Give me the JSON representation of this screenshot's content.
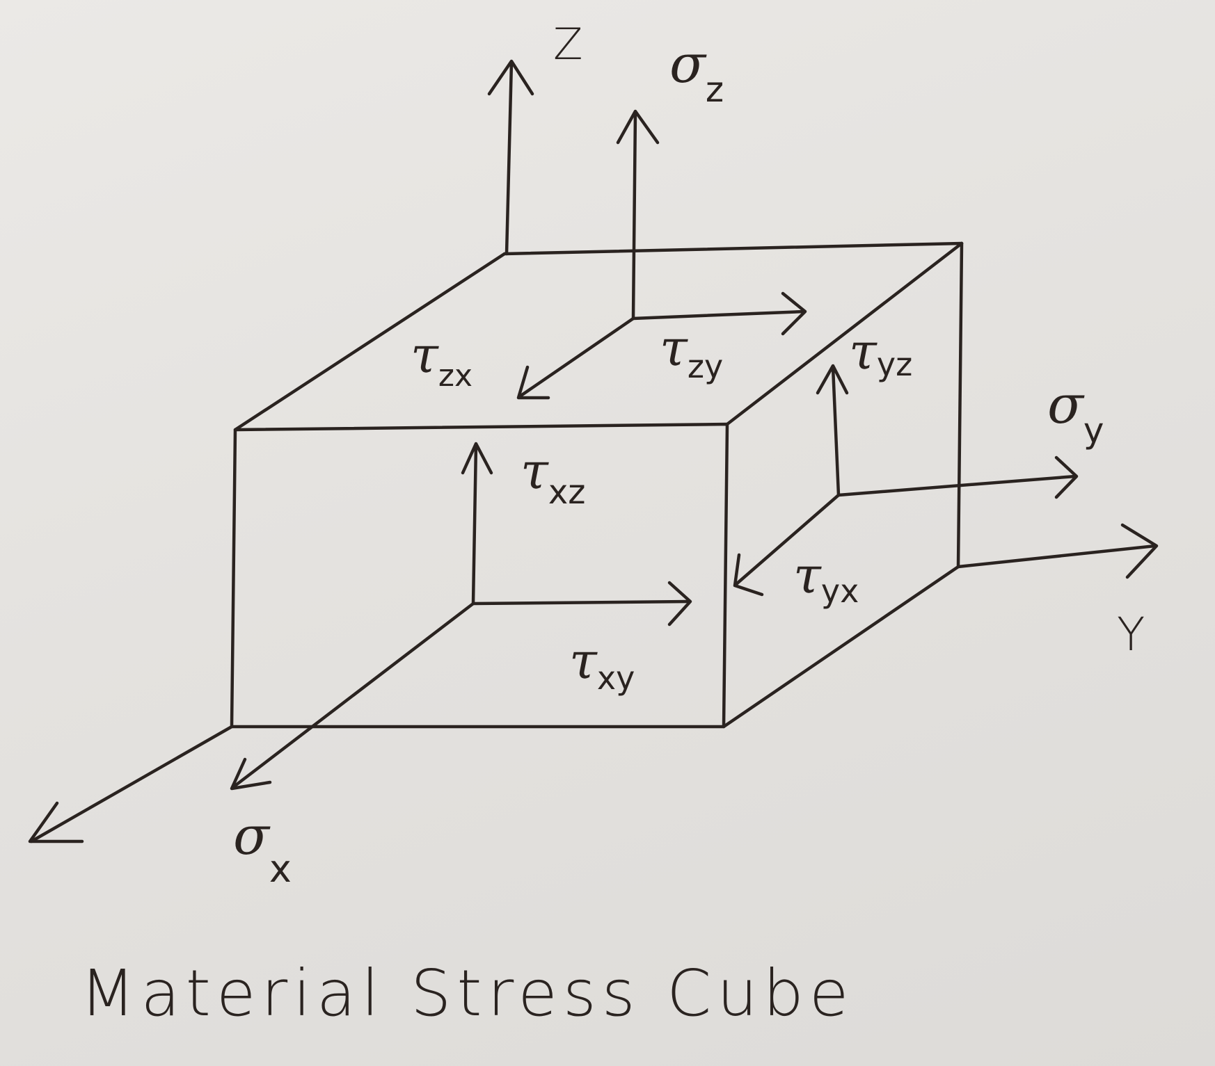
{
  "diagram": {
    "title": "Material Stress Cube",
    "axes": {
      "x": "",
      "y": "Y",
      "z": "Z"
    },
    "normal_stresses": {
      "sigma_x": {
        "symbol": "σ",
        "sub": "x"
      },
      "sigma_y": {
        "symbol": "σ",
        "sub": "y"
      },
      "sigma_z": {
        "symbol": "σ",
        "sub": "z"
      }
    },
    "shear_stresses": {
      "tau_xy": {
        "symbol": "τ",
        "sub": "xy"
      },
      "tau_xz": {
        "symbol": "τ",
        "sub": "xz"
      },
      "tau_yx": {
        "symbol": "τ",
        "sub": "yx"
      },
      "tau_yz": {
        "symbol": "τ",
        "sub": "yz"
      },
      "tau_zx": {
        "symbol": "τ",
        "sub": "zx"
      },
      "tau_zy": {
        "symbol": "τ",
        "sub": "zy"
      }
    },
    "ink_color": "#2a2320",
    "paper_color": "#e5e3e0"
  }
}
